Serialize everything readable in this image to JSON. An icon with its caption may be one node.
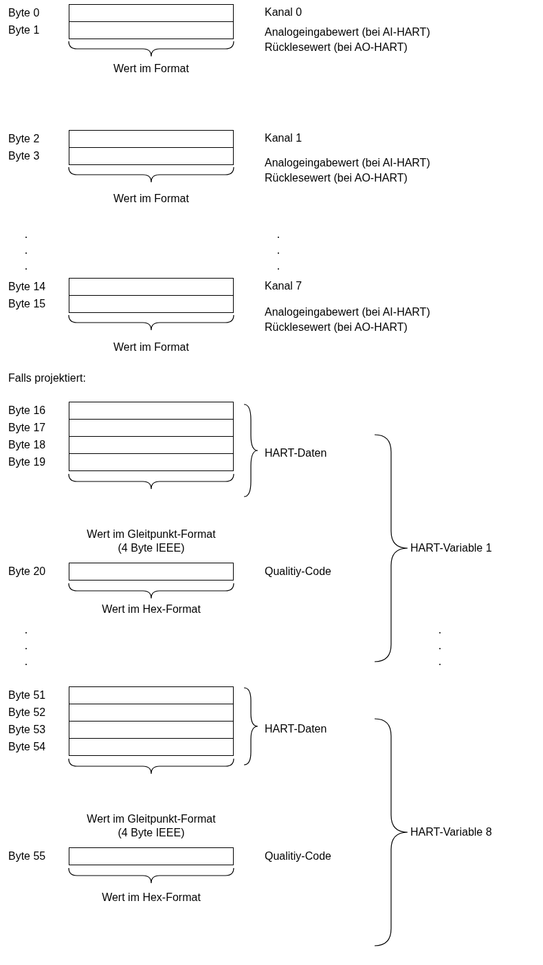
{
  "diagram": {
    "nodes": [
      {
        "text": [],
        "shape": "box",
        "beside": [
          "Byte 0"
        ]
      },
      {
        "text": [],
        "shape": "box",
        "beside": [
          "Byte 1"
        ]
      },
      {
        "text": [],
        "shape": "box",
        "beside": [
          "Byte 2"
        ]
      },
      {
        "text": [],
        "shape": "box",
        "beside": [
          "Byte 3"
        ]
      },
      {
        "text": [],
        "shape": "box",
        "beside": [
          "Byte 14"
        ]
      },
      {
        "text": [],
        "shape": "box",
        "beside": [
          "Byte 15"
        ]
      },
      {
        "text": [],
        "shape": "box",
        "beside": [
          "Byte 16"
        ]
      },
      {
        "text": [],
        "shape": "box",
        "beside": [
          "Byte 17"
        ]
      },
      {
        "text": [],
        "shape": "box",
        "beside": [
          "Byte 18"
        ]
      },
      {
        "text": [],
        "shape": "box",
        "beside": [
          "Byte 19"
        ]
      },
      {
        "text": [],
        "shape": "box",
        "beside": [
          "Byte 20"
        ]
      },
      {
        "text": [],
        "shape": "box",
        "beside": [
          "Byte 51"
        ]
      },
      {
        "text": [],
        "shape": "box",
        "beside": [
          "Byte 52"
        ]
      },
      {
        "text": [],
        "shape": "box",
        "beside": [
          "Byte 53"
        ]
      },
      {
        "text": [],
        "shape": "box",
        "beside": [
          "Byte 54"
        ]
      },
      {
        "text": [],
        "shape": "box",
        "beside": [
          "Byte 55"
        ]
      }
    ],
    "labels": [
      "Kanal 0",
      "Analogeingabewert (bei AI-HART)",
      "Rücklesewert (bei AO-HART)",
      "Wert im Format",
      "Kanal 1",
      "Analogeingabewert (bei AI-HART)",
      "Rücklesewert (bei AO-HART)",
      "Wert im Format",
      "Kanal 7",
      "Analogeingabewert (bei AI-HART)",
      "Rücklesewert (bei AO-HART)",
      "Wert im Format",
      "Falls projektiert:",
      "HART-Daten",
      "Wert im Gleitpunkt-Format (4 Byte IEEE)",
      "HART-Variable 1",
      "Qualitiy-Code",
      "Wert im Hex-Format",
      "HART-Daten",
      "Wert im Gleitpunkt-Format (4 Byte IEEE)",
      "HART-Variable 8",
      "Qualitiy-Code",
      "Wert im Hex-Format"
    ]
  }
}
